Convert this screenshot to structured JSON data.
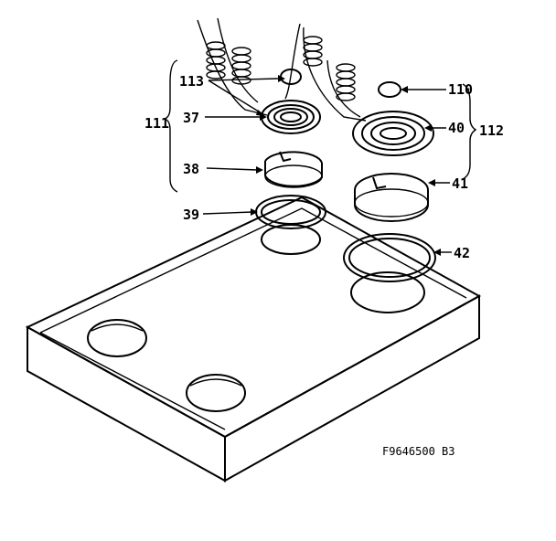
{
  "diagram": {
    "part_labels": {
      "p37": "37",
      "p38": "38",
      "p39": "39",
      "p40": "40",
      "p41": "41",
      "p42": "42",
      "p110": "110",
      "p111": "111",
      "p112": "112",
      "p113": "113"
    },
    "drawing_code": "F9646500 B3"
  }
}
